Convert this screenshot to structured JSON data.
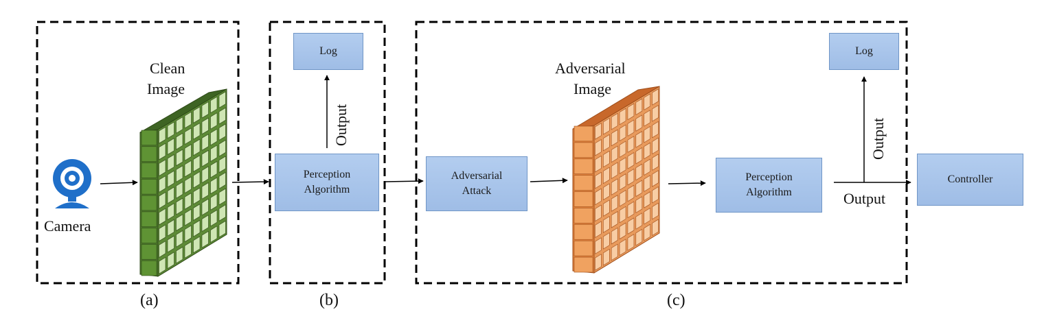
{
  "colors": {
    "box_fill": "#a9c5ec",
    "box_border": "#6f95c6",
    "clean_image_green": "#4f7a2c",
    "clean_image_cell": "#c9e3ad",
    "adversarial_orange": "#e0833e",
    "adversarial_cell": "#f6c397",
    "camera_blue": "#1f6fc9"
  },
  "icons": {
    "camera": "webcam-icon"
  },
  "sections": {
    "a": {
      "label": "(a)",
      "camera_label": "Camera",
      "image_label_1": "Clean",
      "image_label_2": "Image"
    },
    "b": {
      "label": "(b)",
      "log_label": "Log",
      "output_label": "Output",
      "algorithm_label": "Perception\nAlgorithm"
    },
    "c": {
      "label": "(c)",
      "attack_label": "Adversarial\nAttack",
      "image_label_1": "Adversarial",
      "image_label_2": "Image",
      "algorithm_label": "Perception\nAlgorithm",
      "log_label": "Log",
      "output_vertical_label": "Output",
      "output_horizontal_label": "Output"
    }
  },
  "controller_label": "Controller"
}
